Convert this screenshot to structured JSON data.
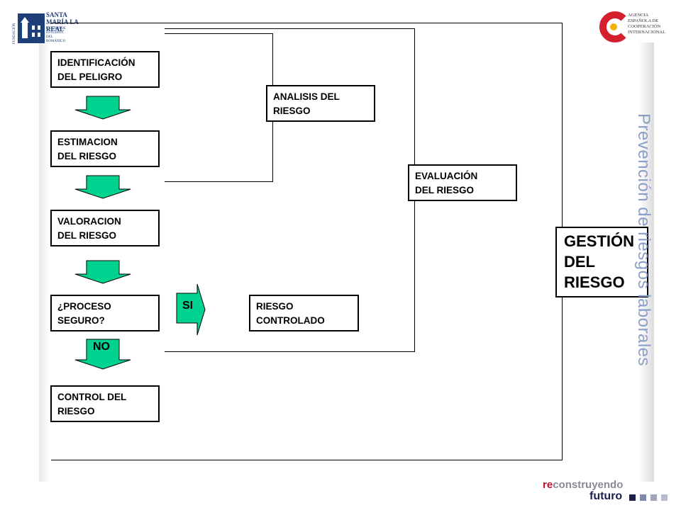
{
  "logos": {
    "left": {
      "title": "SANTA MARÍA LA REAL",
      "vertical": "FUNDACIÓN",
      "subtitle": "CENTRO DE ESTUDIOS DEL ROMÁNICO"
    },
    "right": {
      "lines": [
        "AGENCIA",
        "ESPAÑOLA DE",
        "COOPERACIÓN",
        "INTERNACIONAL"
      ]
    }
  },
  "side_title": "Prevención de riesgos laborales",
  "steps": {
    "identificacion": "IDENTIFICACIÓN\nDEL PELIGRO",
    "estimacion": "ESTIMACION\nDEL RIESGO",
    "valoracion": "VALORACION\nDEL RIESGO",
    "proceso": "¿PROCESO\nSEGURO?",
    "control": "CONTROL DEL\nRIESGO"
  },
  "groups": {
    "analisis": "ANALISIS DEL\nRIESGO",
    "evaluacion": "EVALUACIÓN\nDEL RIESGO",
    "gestion": "GESTIÓN\nDEL\nRIESGO",
    "controlado": "RIESGO\nCONTROLADO"
  },
  "labels": {
    "si": "SI",
    "no": "NO"
  },
  "footer": {
    "re": "re",
    "construyendo": "construyendo",
    "futuro": "futuro"
  },
  "colors": {
    "arrow_fill": "#00d28f",
    "footer_red": "#c0102a",
    "footer_text": "#1a1f4d",
    "side_text": "#8a9fc6"
  }
}
